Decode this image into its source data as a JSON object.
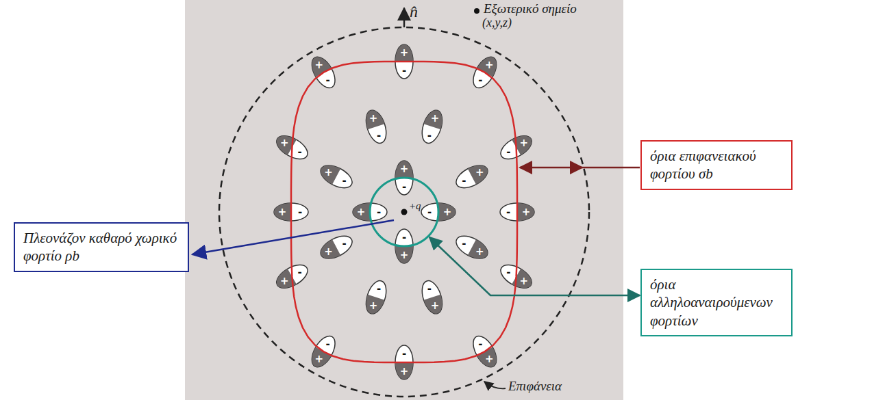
{
  "diagram": {
    "nodes": [
      {
        "text": [
          "όρια επιφανειακού φορτίου σb"
        ]
      },
      {
        "text": [
          "Πλεονάζον καθαρό χωρικό φορτίο ρb"
        ]
      },
      {
        "text": [
          "όρια αλληλοαναιρούμενων φορτίων"
        ]
      }
    ],
    "labels": [
      "n̂",
      "Εξωτερικό σημείο",
      "(x,y,z)",
      "+q",
      "Επιφάνεια",
      "+",
      "-",
      "+",
      "-",
      "+",
      "-",
      "+",
      "-",
      "+",
      "-",
      "+",
      "-",
      "+",
      "-",
      "+",
      "-",
      "+",
      "-",
      "+",
      "-",
      "+",
      "-",
      "+",
      "-",
      "+",
      "-",
      "+",
      "-",
      "+",
      "-",
      "+",
      "-",
      "+",
      "-",
      "+",
      "-",
      "+",
      "-",
      "+",
      "-",
      "+",
      "-",
      "+",
      "-",
      "+",
      "-",
      "+",
      "-"
    ]
  }
}
